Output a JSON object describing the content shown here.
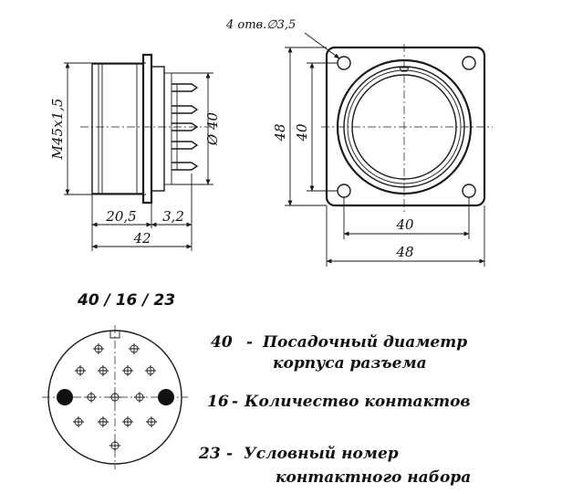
{
  "side_view": {
    "thread_label": "M45x1,5",
    "diameter_label": "Ø 40",
    "dim_body": "20,5",
    "dim_flange": "3,2",
    "dim_total": "42"
  },
  "front_view": {
    "holes_label": "4 отв.∅3,5",
    "dim_outer_height": "48",
    "dim_inner_height": "40",
    "dim_inner_width": "40",
    "dim_outer_width": "48"
  },
  "contact_layout": {
    "code": "40 / 16 / 23"
  },
  "legend": {
    "line1_number": "40",
    "line1_dash": "-",
    "line1_text": "Посадочный диаметр",
    "line1_cont": "корпуса разъема",
    "line2_number": "16",
    "line2_dash": "-",
    "line2_text": "Количество контактов",
    "line3_number": "23",
    "line3_dash": "-",
    "line3_text": "Условный номер",
    "line3_cont": "контактного набора"
  }
}
